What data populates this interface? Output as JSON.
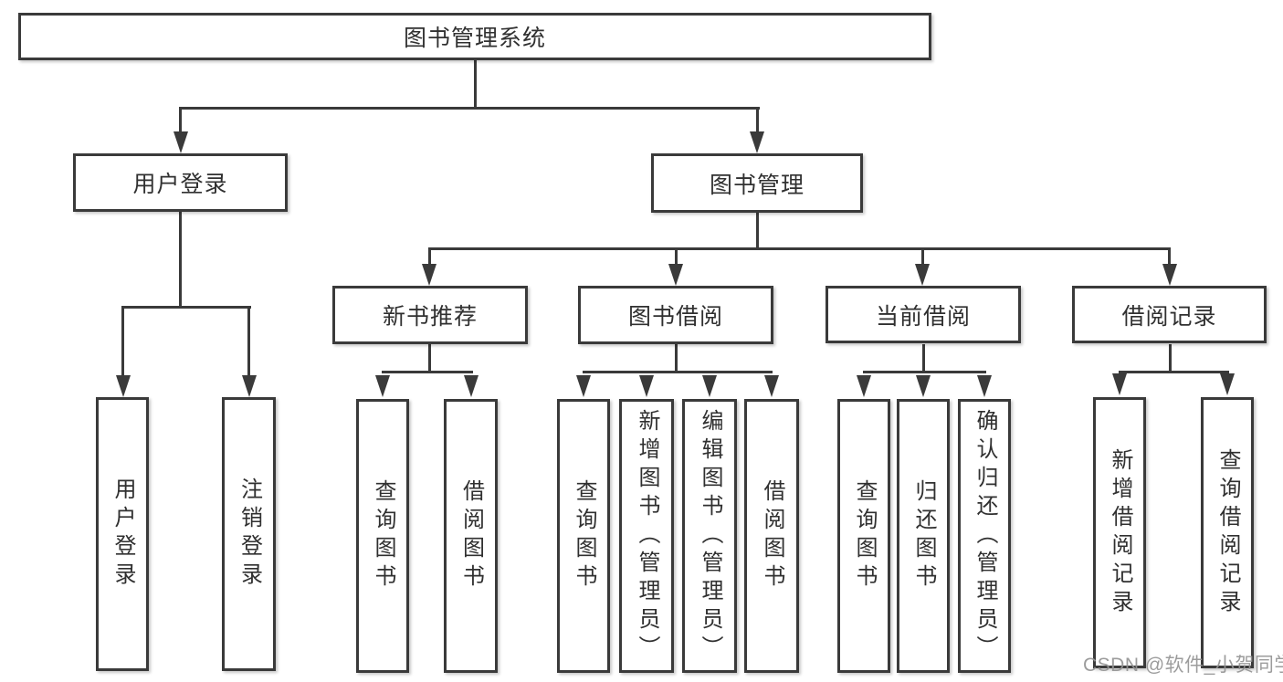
{
  "diagram": {
    "title": "图书管理系统",
    "root": {
      "label": "图书管理系统"
    },
    "level2": [
      {
        "label": "用户登录"
      },
      {
        "label": "图书管理"
      }
    ],
    "level3": [
      {
        "label": "新书推荐"
      },
      {
        "label": "图书借阅"
      },
      {
        "label": "当前借阅"
      },
      {
        "label": "借阅记录"
      }
    ],
    "leaves": {
      "user": [
        "用户登录",
        "注销登录"
      ],
      "recommend": [
        "查询图书",
        "借阅图书"
      ],
      "borrow": [
        "查询图书",
        "新增图书（管理员）",
        "编辑图书（管理员）",
        "借阅图书"
      ],
      "current": [
        "查询图书",
        "归还图书",
        "确认归还（管理员）"
      ],
      "record": [
        "新增借阅记录",
        "查询借阅记录"
      ]
    },
    "watermark": "CSDN @软件_小贺同学",
    "colors": {
      "line": "#3a3a3a",
      "text": "#303030",
      "background": "#ffffff",
      "watermark": "#949494"
    }
  }
}
